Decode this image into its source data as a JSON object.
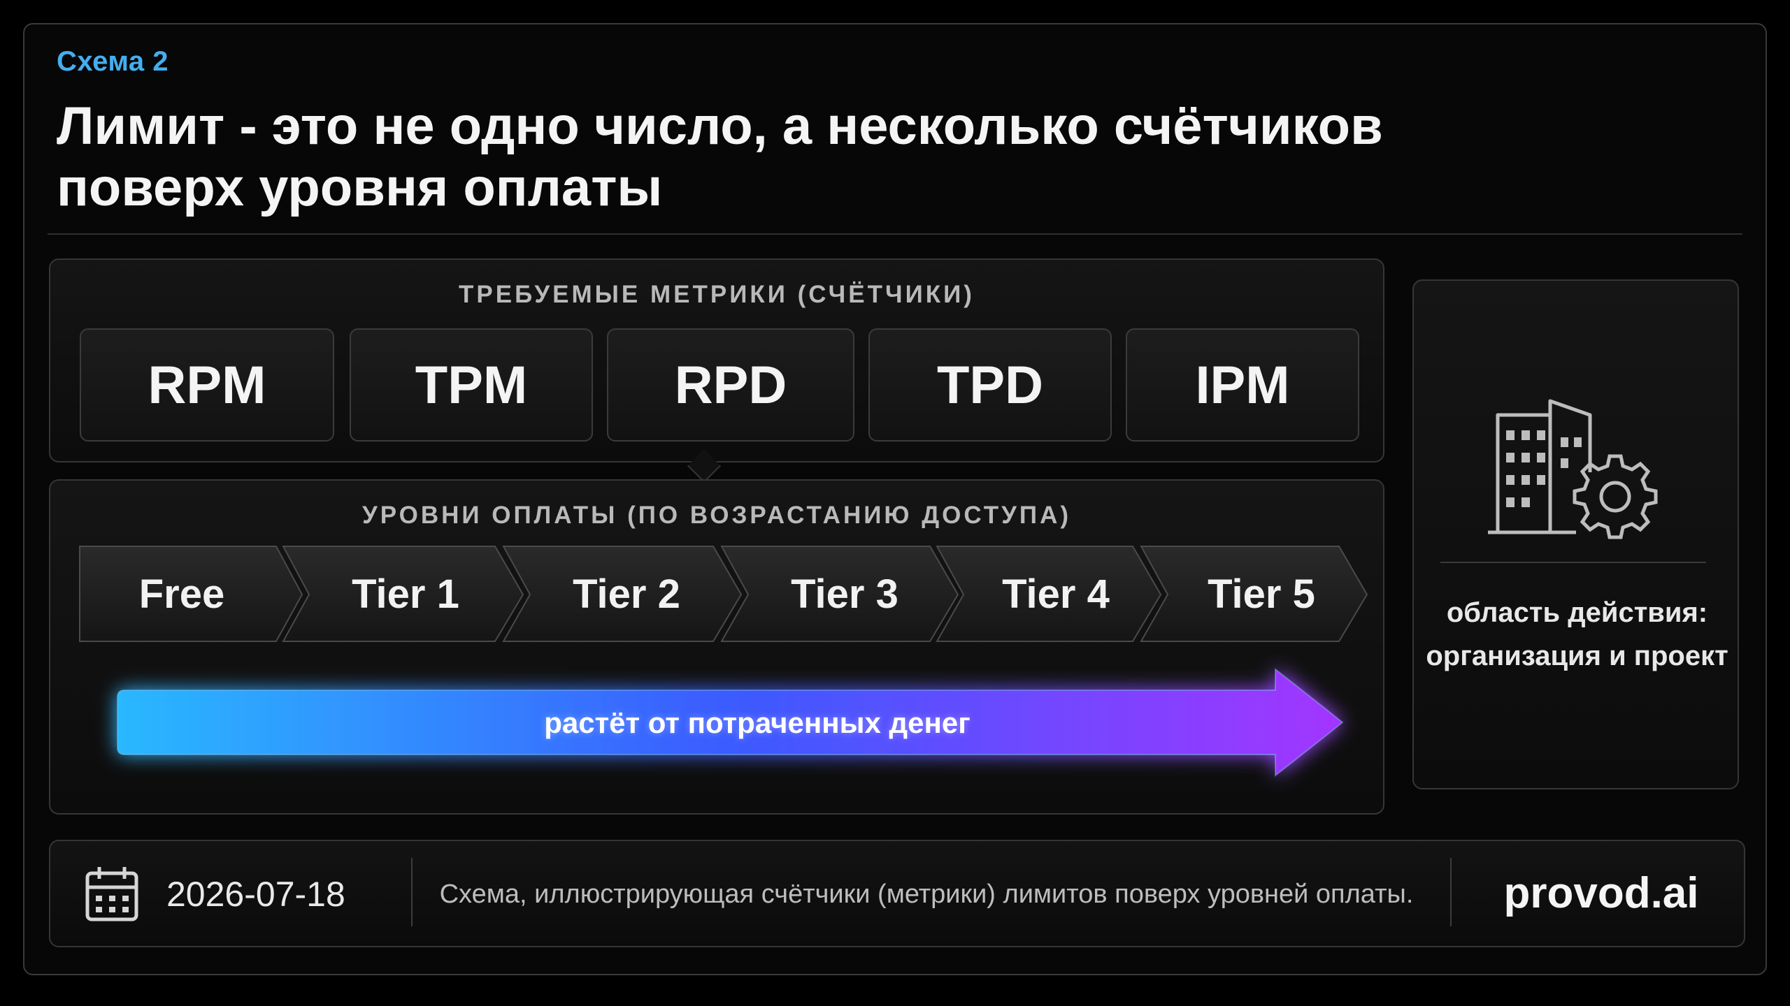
{
  "kicker": "Схема 2",
  "headline": "Лимит - это не одно число, а несколько счётчиков поверх уровня оплаты",
  "metrics_section": {
    "label": "ТРЕБУЕМЫЕ МЕТРИКИ (СЧЁТЧИКИ)",
    "items": [
      "RPM",
      "TPM",
      "RPD",
      "TPD",
      "IPM"
    ]
  },
  "tiers_section": {
    "label": "УРОВНИ ОПЛАТЫ (ПО ВОЗРАСТАНИЮ ДОСТУПА)",
    "items": [
      "Free",
      "Tier 1",
      "Tier 2",
      "Tier 3",
      "Tier 4",
      "Tier 5"
    ],
    "growth_label": "растёт от потраченных денег"
  },
  "scope": {
    "icon": "building-gear-icon",
    "text": "область действия: организация и проект"
  },
  "footer": {
    "date_icon": "calendar-icon",
    "date": "2026-07-18",
    "caption": "Схема, иллюстрирующая счётчики (метрики) лимитов поверх уровней оплаты.",
    "brand": "provod.ai"
  },
  "colors": {
    "accent": "#44aef0",
    "gradient_start": "#2ab8ff",
    "gradient_mid": "#3b5bff",
    "gradient_end": "#a335ff"
  }
}
